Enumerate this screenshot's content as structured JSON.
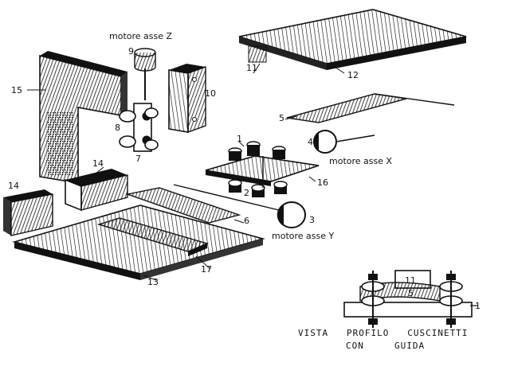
{
  "labels": {
    "motor_z": "motore asse Z",
    "motor_x": "motore asse X",
    "motor_y": "motore asse Y",
    "caption_line1": "VISTA   PROFILO   CUSCINETTI",
    "caption_line2": "CON     GUIDA"
  },
  "part_numbers": {
    "p1": "1",
    "p2": "2",
    "p3": "3",
    "p4": "4",
    "p5": "5",
    "p6": "6",
    "p7": "7",
    "p8": "8",
    "p9": "9",
    "p10": "10",
    "p11": "11",
    "p12": "12",
    "p13": "13",
    "p14a": "14",
    "p14b": "14",
    "p15": "15",
    "p16": "16",
    "p17": "17",
    "detail_11": "11",
    "detail_5": "5",
    "detail_1": "1"
  }
}
